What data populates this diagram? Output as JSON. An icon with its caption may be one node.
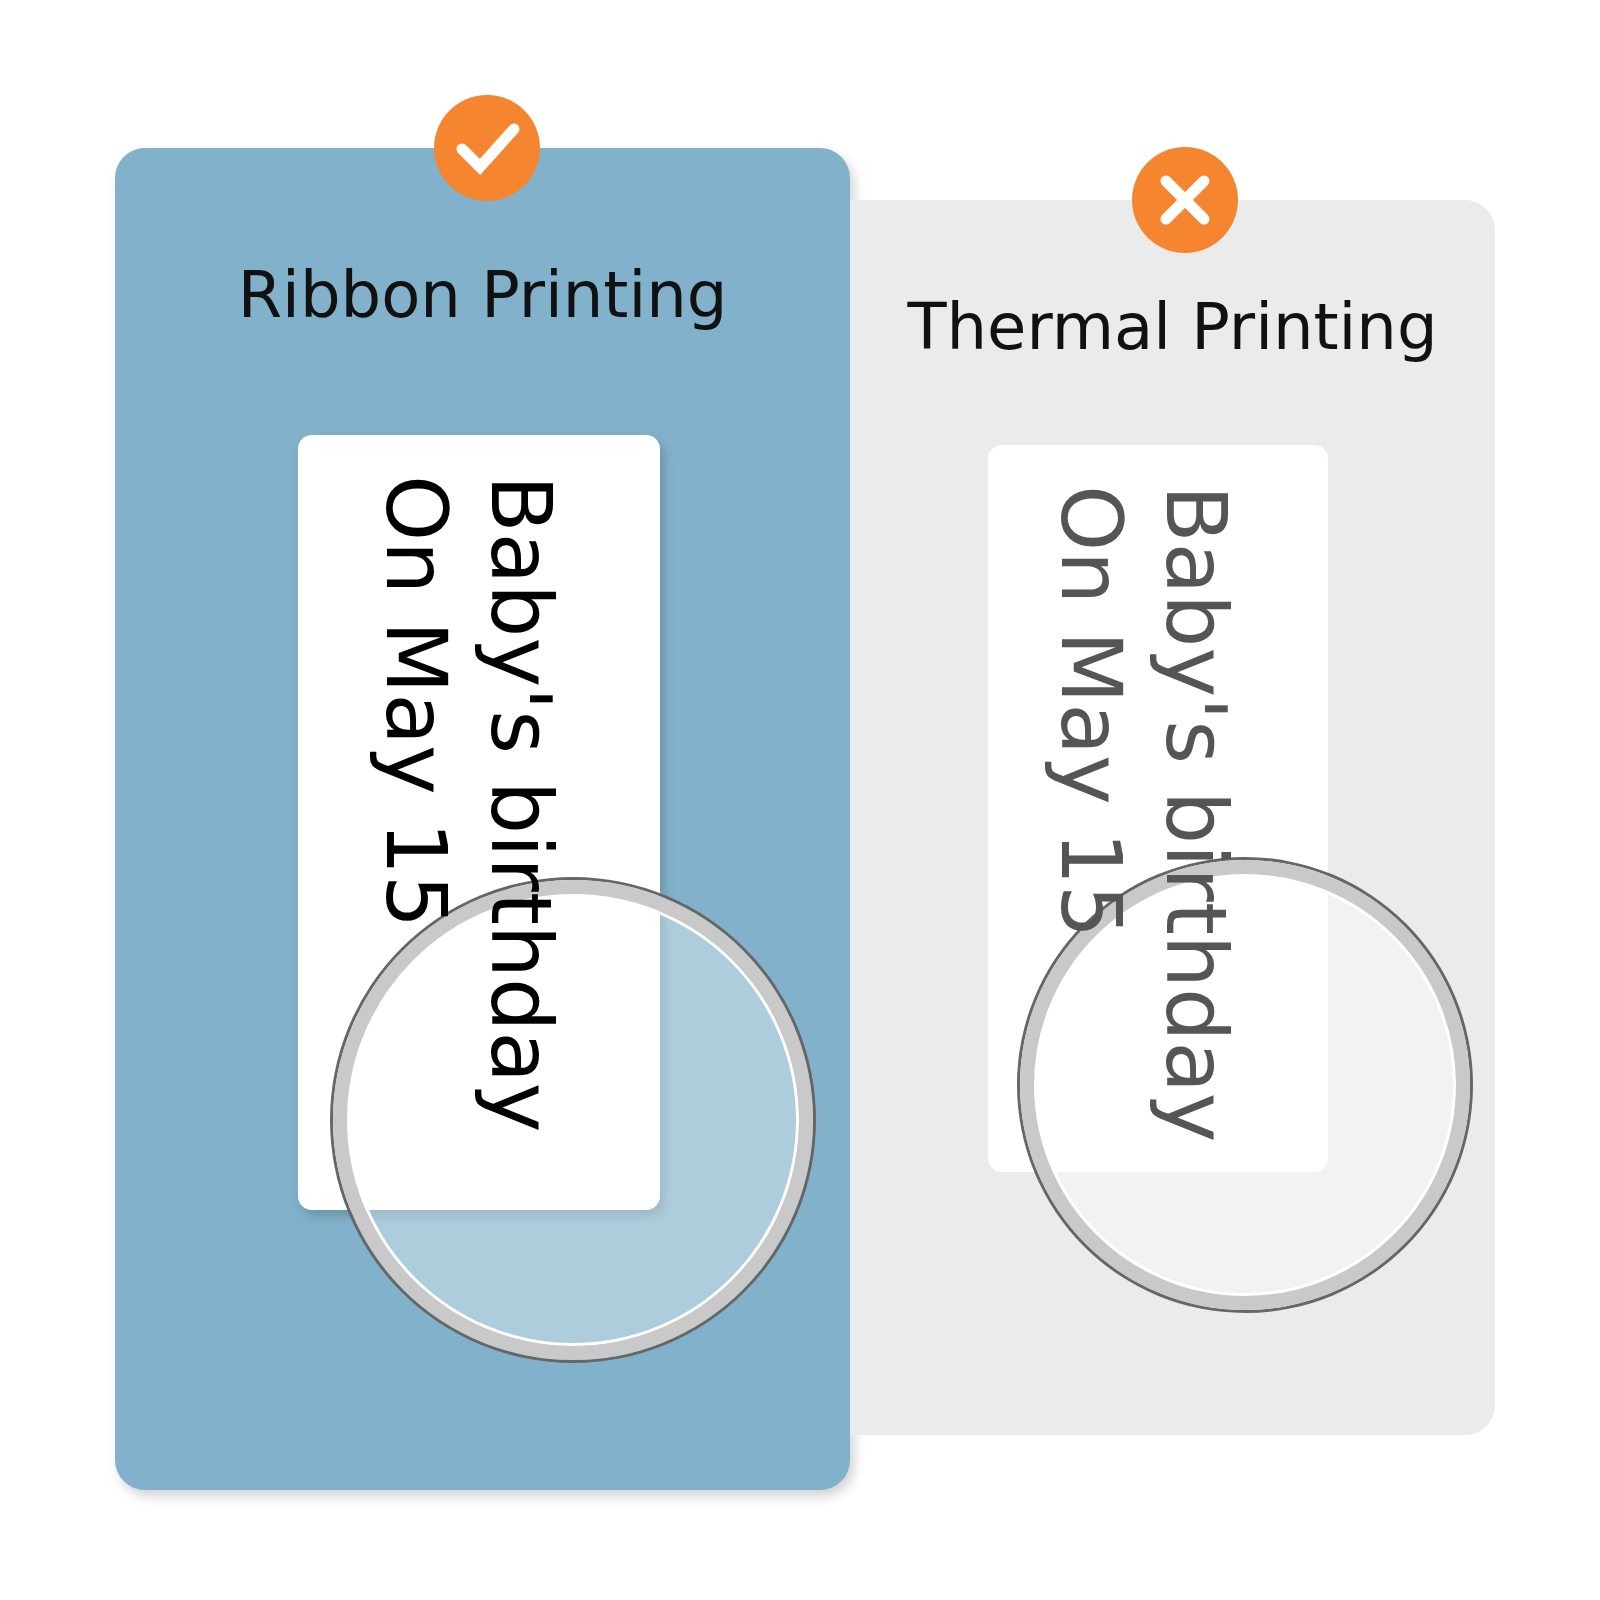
{
  "diagram": {
    "nodes": [
      {
        "text": [
          "Ribbon Printing"
        ]
      },
      {
        "text": [
          "Baby's birthday",
          "On May 15"
        ],
        "in": 0
      },
      {
        "text": [
          "Thermal Printing"
        ]
      },
      {
        "text": [
          "Baby's birthday",
          "On May 15"
        ],
        "in": 2
      },
      {
        "text": [],
        "shape": "circle",
        "in": 0
      },
      {
        "text": [],
        "shape": "circle",
        "in": 2
      }
    ]
  }
}
